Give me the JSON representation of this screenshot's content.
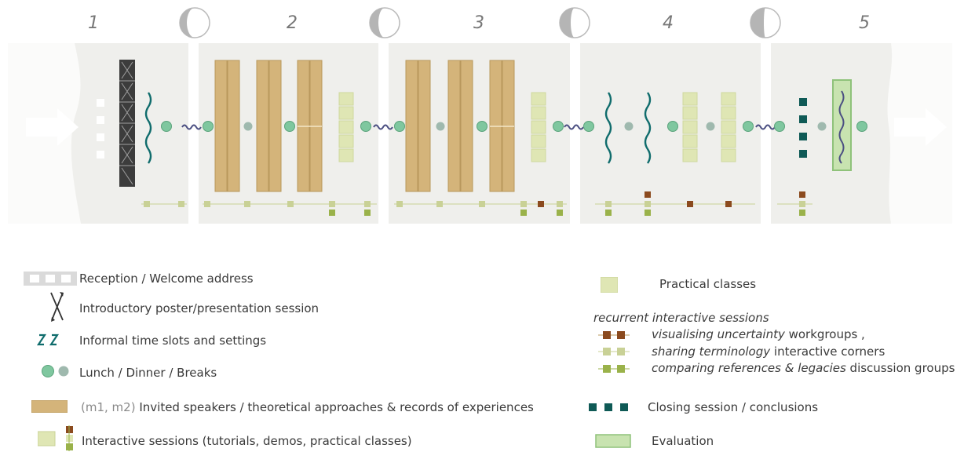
{
  "days": [
    {
      "number": "1"
    },
    {
      "number": "2"
    },
    {
      "number": "3"
    },
    {
      "number": "4"
    },
    {
      "number": "5"
    }
  ],
  "legend": {
    "reception": "Reception / Welcome address",
    "intro_poster": "Introductory poster/presentation session",
    "informal": "Informal time slots and settings",
    "lunch": "Lunch / Dinner / Breaks",
    "invited_prefix": "(m1, m2)",
    "invited": "Invited speakers / theoretical approaches  & records of experiences",
    "interactive": "Interactive sessions (tutorials, demos, practical classes)",
    "practical": "Practical classes",
    "recurrent_title": "recurrent interactive sessions",
    "visualising_it": "visualising uncertainty",
    "visualising_rest": " workgroups ,",
    "sharing_it": "sharing terminology",
    "sharing_rest": " interactive corners",
    "comparing_it": "comparing references & legacies",
    "comparing_rest": " discussion groups",
    "closing": "Closing session / conclusions",
    "evaluation": "Evaluation"
  },
  "colors": {
    "panel": "#efefec",
    "tan": "#d4b47a",
    "tan_edge": "#b9985c",
    "light_green": "#dfe6b4",
    "olive": "#9ab24a",
    "brown": "#8b4a1e",
    "teal": "#0f6c6c",
    "lunch_green": "#7fc79f",
    "break_gray": "#9fb9ae",
    "wave_blue": "#4b4f82",
    "eval_green": "#c8e3b0",
    "eval_edge": "#8fc27a",
    "moon": "#b7b7b7"
  }
}
